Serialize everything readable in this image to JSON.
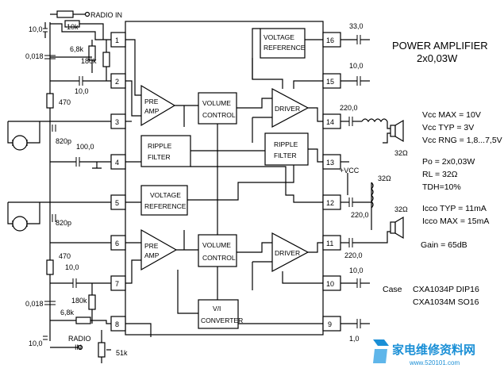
{
  "title": {
    "line1": "POWER AMPLIFIER",
    "line2": "2x0,03W"
  },
  "blocks": {
    "vref_top": [
      "VOLTAGE",
      "REFERENCE"
    ],
    "preamp_top": [
      "PRE",
      "AMP"
    ],
    "vol_top": [
      "VOLUME",
      "CONTROL"
    ],
    "driver_top": "DRIVER",
    "ripple_left": [
      "RIPPLE",
      "FILTER"
    ],
    "ripple_right": [
      "RIPPLE",
      "FILTER"
    ],
    "vref_mid": [
      "VOLTAGE",
      "REFERENCE"
    ],
    "preamp_bot": [
      "PRE",
      "AMP"
    ],
    "vol_bot": [
      "VOLUME",
      "CONTROL"
    ],
    "driver_bot": "DRIVER",
    "vi_conv": [
      "V/I",
      "CONVERTER"
    ]
  },
  "pins": [
    "1",
    "2",
    "3",
    "4",
    "5",
    "6",
    "7",
    "8",
    "9",
    "10",
    "11",
    "12",
    "13",
    "14",
    "15",
    "16"
  ],
  "components": {
    "radio_in_top": "RADIO IN",
    "radio_in_bot": [
      "RADIO",
      "IN"
    ],
    "r_10k": "10k",
    "c_10_top": "10,0",
    "r_68k_top": "6,8k",
    "r_180k_top": "180k",
    "c_018_top": "0,018",
    "c_10_pin2": "10,0",
    "r_470_top": "470",
    "c_820p_top": "820p",
    "c_100": "100,0",
    "c_820p_bot": "820p",
    "r_470_bot": "470",
    "c_10_pin7": "10,0",
    "r_180k_bot": "180k",
    "c_018_bot": "0,018",
    "r_68k_bot": "6,8k",
    "c_10_bot": "10,0",
    "r_51k": "51k",
    "c_33": "33,0",
    "c_10_pin15": "10,0",
    "c_220_14": "220,0",
    "vcc": "+VCC",
    "c_220_12": "220,0",
    "c_220_11": "220,0",
    "c_10_pin10": "10,0",
    "c_10_pin9": "1,0",
    "spk_top": "32Ω",
    "spk_mid": "32Ω",
    "spk_bot": "32Ω"
  },
  "specs": {
    "vcc_max": "Vcc MAX = 10V",
    "vcc_typ": "Vcc TYP = 3V",
    "vcc_rng": "Vcc RNG = 1,8...7,5V",
    "po": "Po = 2x0,03W",
    "rl": "RL = 32Ω",
    "thd": "TDH=10%",
    "icco_typ": "Icco TYP = 11mA",
    "icco_max": "Icco MAX = 15mA",
    "gain": "Gain = 65dB"
  },
  "case": {
    "label": "Case",
    "line1": "CXA1034P  DIP16",
    "line2": "CXA1034M  SO16"
  },
  "watermark": {
    "text": "家电维修资料网",
    "url": "www.520101.com"
  }
}
